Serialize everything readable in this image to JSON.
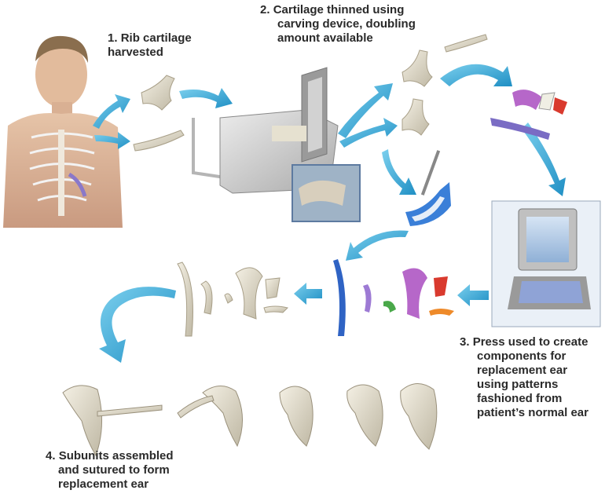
{
  "steps": [
    {
      "number": "1.",
      "lines": [
        "Rib cartilage",
        "harvested"
      ]
    },
    {
      "number": "2.",
      "lines": [
        "Cartilage thinned using",
        "carving device, doubling",
        "amount available"
      ]
    },
    {
      "number": "3.",
      "lines": [
        "Press used to create",
        "components for",
        "replacement ear",
        "using patterns",
        "fashioned from",
        "patient’s normal ear"
      ]
    },
    {
      "number": "4.",
      "lines": [
        "Subunits assembled",
        "and sutured to form",
        "replacement ear"
      ]
    }
  ],
  "colors": {
    "arrow": "#3aa6d4",
    "cartilage": "#e8e2d2",
    "piece_blue": "#2f63c4",
    "piece_purple": "#b667c9",
    "piece_red": "#d93a2e",
    "piece_green": "#4aa84a",
    "piece_orange": "#ee8a2a",
    "machine": "#c9c9c9"
  },
  "icons": [
    "boy-torso-figure",
    "carving-device",
    "press-device",
    "ear-assembly-stages"
  ]
}
